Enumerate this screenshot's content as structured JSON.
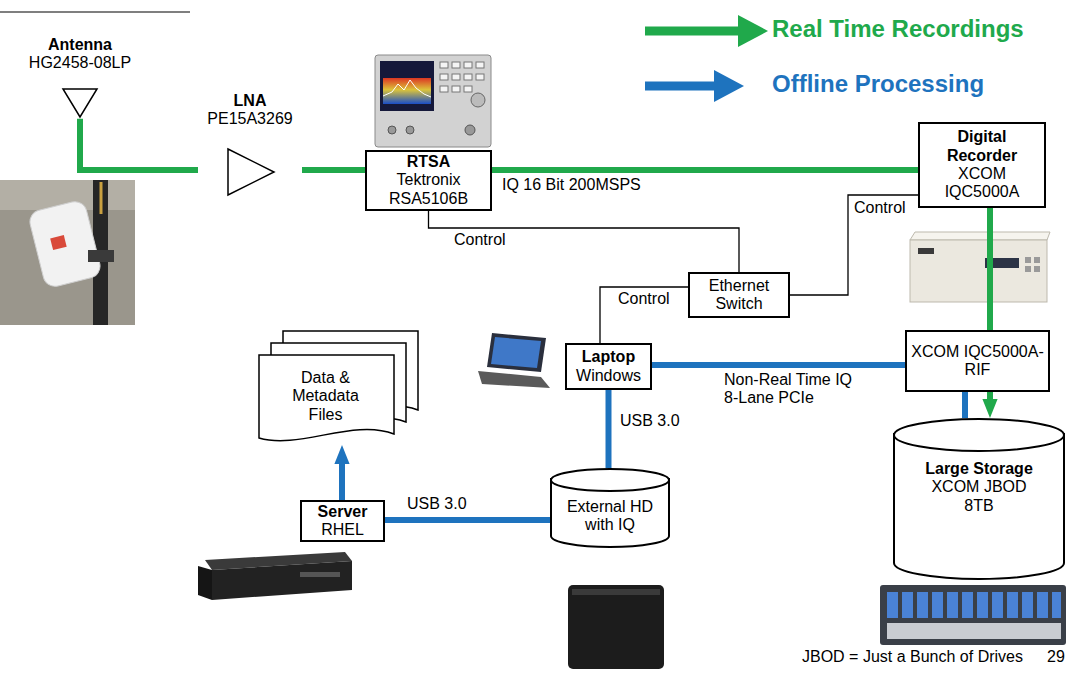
{
  "diagram": {
    "nodes": [
      {
        "text": [
          "Antenna",
          "HG2458-08LP"
        ]
      },
      {
        "text": [
          "LNA",
          "PE15A3269"
        ]
      },
      {
        "text": [
          "RTSA",
          "Tektronix RSA5106B"
        ]
      },
      {
        "text": [
          "Digital Recorder",
          "XCOM IQC5000A"
        ]
      },
      {
        "text": [
          "Ethernet Switch"
        ]
      },
      {
        "text": [
          "Data & Metadata Files"
        ]
      },
      {
        "text": [
          "Laptop",
          "Windows"
        ]
      },
      {
        "text": [
          "XCOM IQC5000A-RIF"
        ]
      },
      {
        "text": [
          "Large Storage",
          "XCOM JBOD 8TB"
        ]
      },
      {
        "text": [
          "External HD with IQ"
        ]
      },
      {
        "text": [
          "Server",
          "RHEL"
        ]
      }
    ],
    "edges": [
      {
        "from": 0,
        "to": 1,
        "arrow": "none"
      },
      {
        "from": 1,
        "to": 2,
        "arrow": "none"
      },
      {
        "from": 2,
        "to": 3,
        "label": "IQ 16 Bit 200MSPS",
        "arrow": "none"
      },
      {
        "from": 3,
        "to": 7,
        "arrow": "none"
      },
      {
        "from": 7,
        "to": 8,
        "arrow": "to"
      },
      {
        "from": 2,
        "to": 4,
        "label": "Control",
        "arrow": "none"
      },
      {
        "from": 6,
        "to": 4,
        "label": "Control",
        "arrow": "none"
      },
      {
        "from": 3,
        "to": 4,
        "label": "Control",
        "arrow": "none"
      },
      {
        "from": 8,
        "to": 7,
        "arrow": "none"
      },
      {
        "from": 7,
        "to": 6,
        "label": "Non-Real Time IQ 8-Lane PCIe",
        "arrow": "none"
      },
      {
        "from": 6,
        "to": 9,
        "label": "USB 3.0",
        "arrow": "none"
      },
      {
        "from": 9,
        "to": 10,
        "label": "USB 3.0",
        "arrow": "none"
      },
      {
        "from": 10,
        "to": 5,
        "arrow": "to"
      }
    ],
    "labels": [
      "JBOD = Just a Bunch of Drives",
      "29"
    ],
    "legend": [
      {
        "text": "Real Time Recordings"
      },
      {
        "text": "Offline Processing"
      }
    ]
  }
}
